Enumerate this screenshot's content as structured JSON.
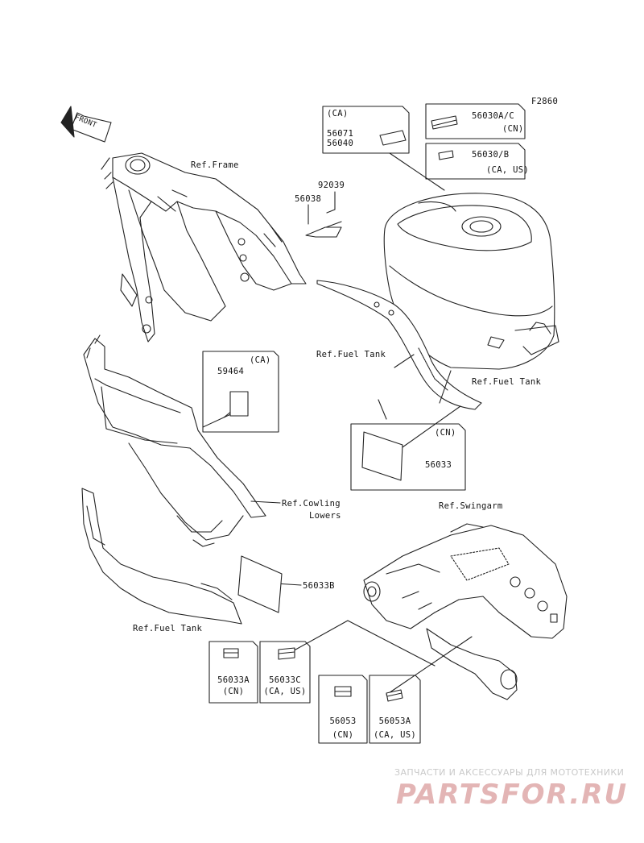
{
  "figure_id": "F2860",
  "front_arrow_text": "FRONT",
  "refs": {
    "frame": "Ref.Frame",
    "fuel_tank_mid": "Ref.Fuel Tank",
    "fuel_tank_right": "Ref.Fuel Tank",
    "cowling_1": "Ref.Cowling",
    "cowling_2": "Lowers",
    "swingarm": "Ref.Swingarm",
    "fuel_tank_bottom": "Ref.Fuel Tank"
  },
  "parts": {
    "p92039": "92039",
    "p56038": "56038",
    "p56071": "56071",
    "p56040": "56040",
    "p59464": "59464",
    "p56033": "56033",
    "p56033B": "56033B",
    "p56030AC": "56030A/C",
    "p56030B": "56030/B",
    "p56033A": "56033A",
    "p56033C": "56033C",
    "p56053": "56053",
    "p56053A": "56053A"
  },
  "regions": {
    "ca_top": "(CA)",
    "cn_56030ac": "(CN)",
    "ca_us_56030b": "(CA, US)",
    "ca_59464": "(CA)",
    "cn_56033": "(CN)",
    "cn_56033a": "(CN)",
    "ca_us_56033c": "(CA, US)",
    "cn_56053": "(CN)",
    "ca_us_56053a": "(CA, US)"
  },
  "watermark": {
    "line1": "ЗАПЧАСТИ И АКСЕССУАРЫ ДЛЯ МОТОТЕХНИКИ",
    "line2": "PARTSFOR.RU"
  }
}
